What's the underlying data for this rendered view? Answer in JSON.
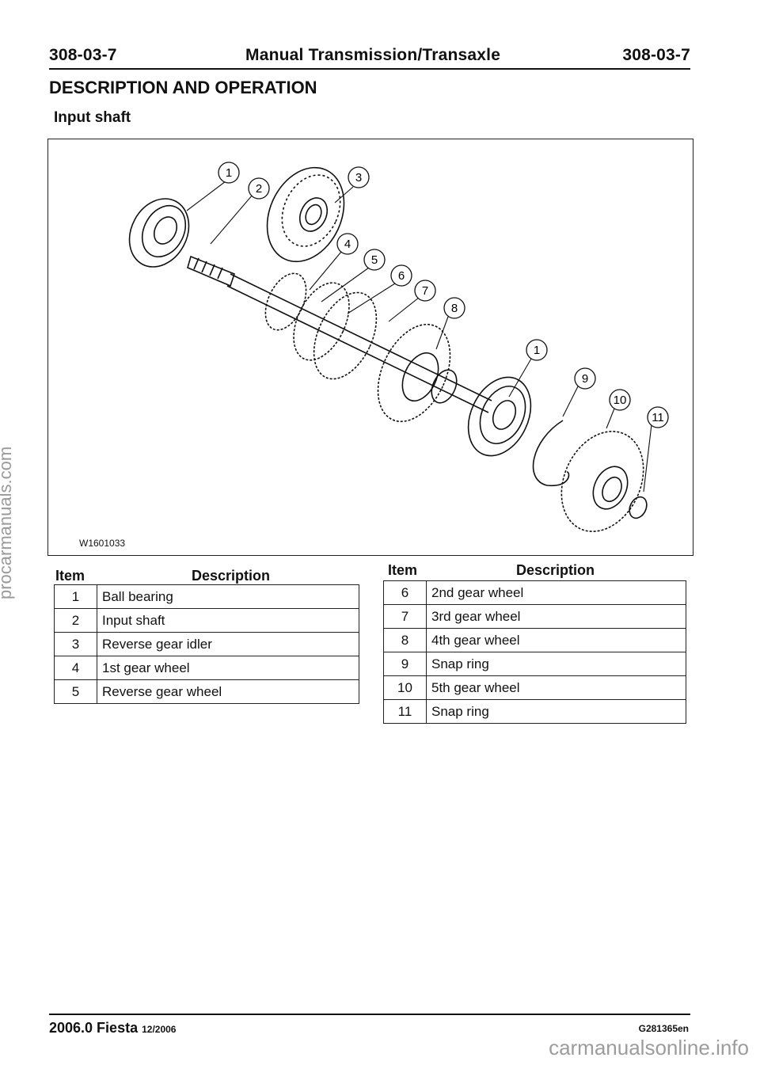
{
  "header": {
    "page_left": "308-03-7",
    "title": "Manual Transmission/Transaxle",
    "page_right": "308-03-7"
  },
  "section_title": "DESCRIPTION AND OPERATION",
  "subsection_title": "Input shaft",
  "figure": {
    "code": "W1601033",
    "callouts": [
      "1",
      "2",
      "3",
      "4",
      "5",
      "6",
      "7",
      "8",
      "1",
      "9",
      "10",
      "11"
    ]
  },
  "table_headers": {
    "item": "Item",
    "description": "Description"
  },
  "items_left": [
    {
      "item": "1",
      "description": "Ball bearing"
    },
    {
      "item": "2",
      "description": "Input shaft"
    },
    {
      "item": "3",
      "description": "Reverse gear idler"
    },
    {
      "item": "4",
      "description": "1st gear wheel"
    },
    {
      "item": "5",
      "description": "Reverse gear wheel"
    }
  ],
  "items_right": [
    {
      "item": "6",
      "description": "2nd gear wheel"
    },
    {
      "item": "7",
      "description": "3rd gear wheel"
    },
    {
      "item": "8",
      "description": "4th gear wheel"
    },
    {
      "item": "9",
      "description": "Snap ring"
    },
    {
      "item": "10",
      "description": "5th gear wheel"
    },
    {
      "item": "11",
      "description": "Snap ring"
    }
  ],
  "footer": {
    "model": "2006.0 Fiesta",
    "date": "12/2006",
    "doc_code": "G281365en"
  },
  "watermarks": {
    "side": "procarmanuals.com",
    "bottom": "carmanualsonline.info"
  }
}
